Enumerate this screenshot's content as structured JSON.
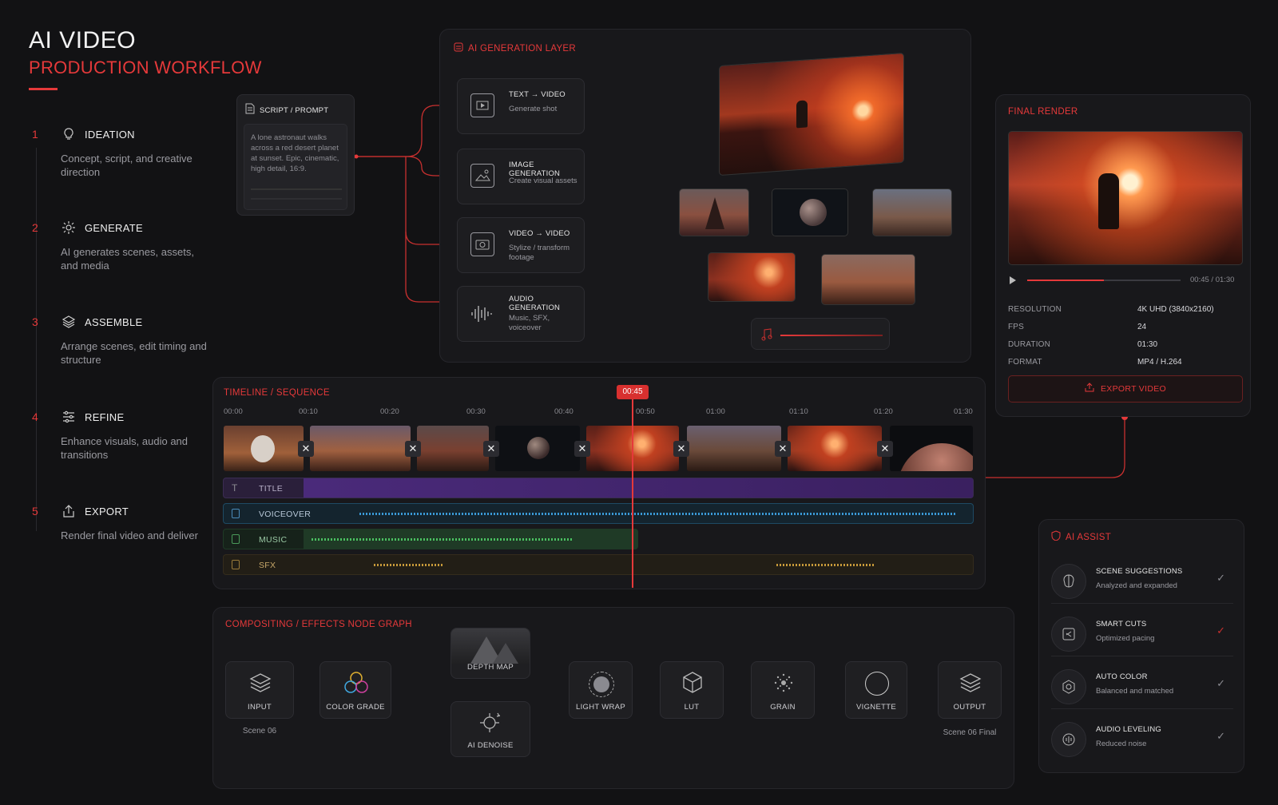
{
  "header": {
    "title": "AI VIDEO",
    "subtitle": "PRODUCTION WORKFLOW"
  },
  "steps": [
    {
      "num": "1",
      "title": "IDEATION",
      "desc": "Concept, script, and creative direction",
      "icon": "lightbulb-icon"
    },
    {
      "num": "2",
      "title": "GENERATE",
      "desc": "AI generates scenes, assets, and media",
      "icon": "sparkle-icon"
    },
    {
      "num": "3",
      "title": "ASSEMBLE",
      "desc": "Arrange scenes, edit timing and structure",
      "icon": "layers-icon"
    },
    {
      "num": "4",
      "title": "REFINE",
      "desc": "Enhance visuals, audio and transitions",
      "icon": "sliders-icon"
    },
    {
      "num": "5",
      "title": "EXPORT",
      "desc": "Render final video and deliver",
      "icon": "share-icon"
    }
  ],
  "script": {
    "title": "SCRIPT / PROMPT",
    "text": "A lone astronaut walks across a red desert planet at sunset. Epic, cinematic, high detail, 16:9."
  },
  "generation": {
    "title": "AI GENERATION LAYER",
    "cards": [
      {
        "title": "TEXT → VIDEO",
        "desc": "Generate shot"
      },
      {
        "title": "IMAGE GENERATION",
        "desc": "Create visual assets"
      },
      {
        "title": "VIDEO → VIDEO",
        "desc": "Stylize / transform footage"
      },
      {
        "title": "AUDIO GENERATION",
        "desc": "Music, SFX, voiceover"
      }
    ]
  },
  "final_render": {
    "title": "FINAL RENDER",
    "time": "00:45 / 01:30",
    "progress": 0.5,
    "specs": [
      {
        "label": "RESOLUTION",
        "value": "4K UHD (3840x2160)"
      },
      {
        "label": "FPS",
        "value": "24"
      },
      {
        "label": "DURATION",
        "value": "01:30"
      },
      {
        "label": "FORMAT",
        "value": "MP4 / H.264"
      }
    ],
    "export_label": "EXPORT VIDEO"
  },
  "timeline": {
    "title": "TIMELINE / SEQUENCE",
    "playhead": "00:45",
    "ticks": [
      "00:00",
      "00:10",
      "00:20",
      "00:30",
      "00:40",
      "00:50",
      "01:00",
      "01:10",
      "01:20",
      "01:30"
    ],
    "tracks": [
      {
        "name": "TITLE",
        "color": "#7d3fc4"
      },
      {
        "name": "VOICEOVER",
        "color": "#2e7fb8"
      },
      {
        "name": "MUSIC",
        "color": "#3a9a4a"
      },
      {
        "name": "SFX",
        "color": "#b88a2e"
      }
    ]
  },
  "compositing": {
    "title": "COMPOSITING / EFFECTS NODE GRAPH",
    "nodes": [
      "INPUT",
      "COLOR GRADE",
      "DEPTH MAP",
      "AI DENOISE",
      "LIGHT WRAP",
      "LUT",
      "GRAIN",
      "VIGNETTE",
      "OUTPUT"
    ],
    "input_caption": "Scene 06",
    "output_caption": "Scene 06 Final"
  },
  "ai_assist": {
    "title": "AI ASSIST",
    "items": [
      {
        "title": "SCENE SUGGESTIONS",
        "desc": "Analyzed and expanded",
        "icon": "brain-icon"
      },
      {
        "title": "SMART CUTS",
        "desc": "Optimized pacing",
        "icon": "cut-icon"
      },
      {
        "title": "AUTO COLOR",
        "desc": "Balanced and matched",
        "icon": "palette-icon"
      },
      {
        "title": "AUDIO LEVELING",
        "desc": "Reduced noise",
        "icon": "audio-icon"
      }
    ],
    "check": "✓"
  },
  "colors": {
    "accent": "#e5393a",
    "bg": "#121214"
  }
}
